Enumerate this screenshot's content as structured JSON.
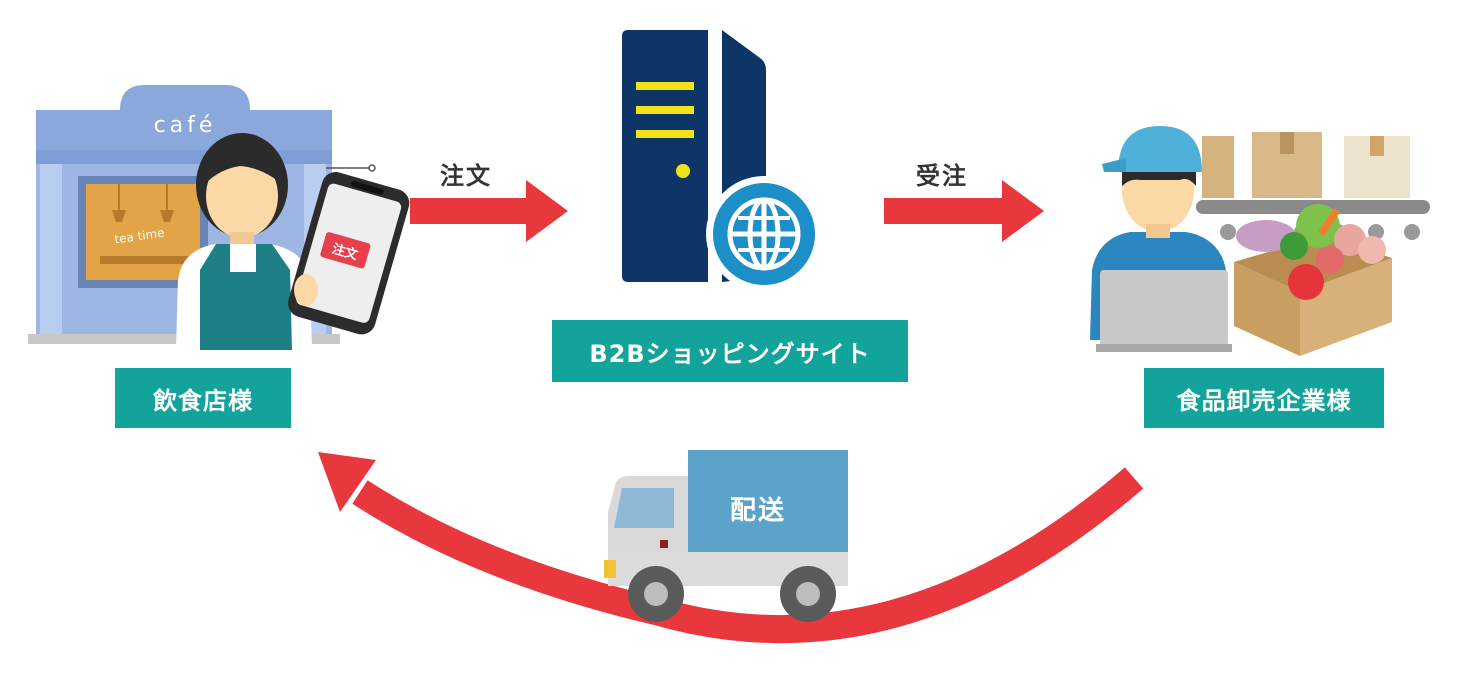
{
  "nodes": {
    "restaurant": {
      "label": "飲食店様"
    },
    "site": {
      "label": "B2Bショッピングサイト"
    },
    "wholesaler": {
      "label": "食品卸売企業様"
    }
  },
  "arrows": {
    "order": {
      "label": "注文"
    },
    "receive": {
      "label": "受注"
    },
    "delivery": {
      "label": "配送"
    }
  },
  "illustrations": {
    "cafe_sign": "café",
    "cafe_window": "tea time",
    "phone_button": "注文"
  },
  "colors": {
    "accent_teal": "#12a39a",
    "arrow_red": "#e8383d",
    "server_navy": "#0d3666",
    "globe_blue": "#1c8fc9",
    "truck_box": "#5ba3c9",
    "cafe_blue": "#8aa8dc"
  },
  "icons": {
    "server": "server-icon",
    "globe": "globe-icon",
    "truck": "truck-icon",
    "smartphone": "smartphone-icon"
  }
}
